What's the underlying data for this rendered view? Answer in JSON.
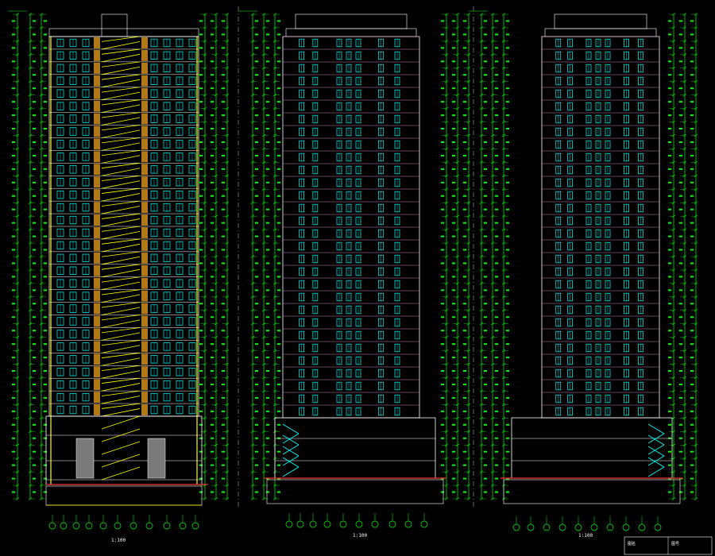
{
  "colors": {
    "background": "#000000",
    "dimension": "#00ff00",
    "outline": "#ffffff",
    "window": "#00ffff",
    "stair": "#ffff00",
    "core": "#b07818",
    "floorline": "#c080c0",
    "grid_bubble": "#00ff00",
    "ground": "#ff3030"
  },
  "sheets": [
    {
      "name": "section-left",
      "scale": "1:100"
    },
    {
      "name": "elevation-middle",
      "scale": "1:100"
    },
    {
      "name": "elevation-right",
      "scale": "1:100"
    }
  ],
  "tower": {
    "typical_floors": 30,
    "podium_floors": 3
  },
  "title_block": {
    "drawing_label": "图名",
    "number_label": "图号"
  }
}
